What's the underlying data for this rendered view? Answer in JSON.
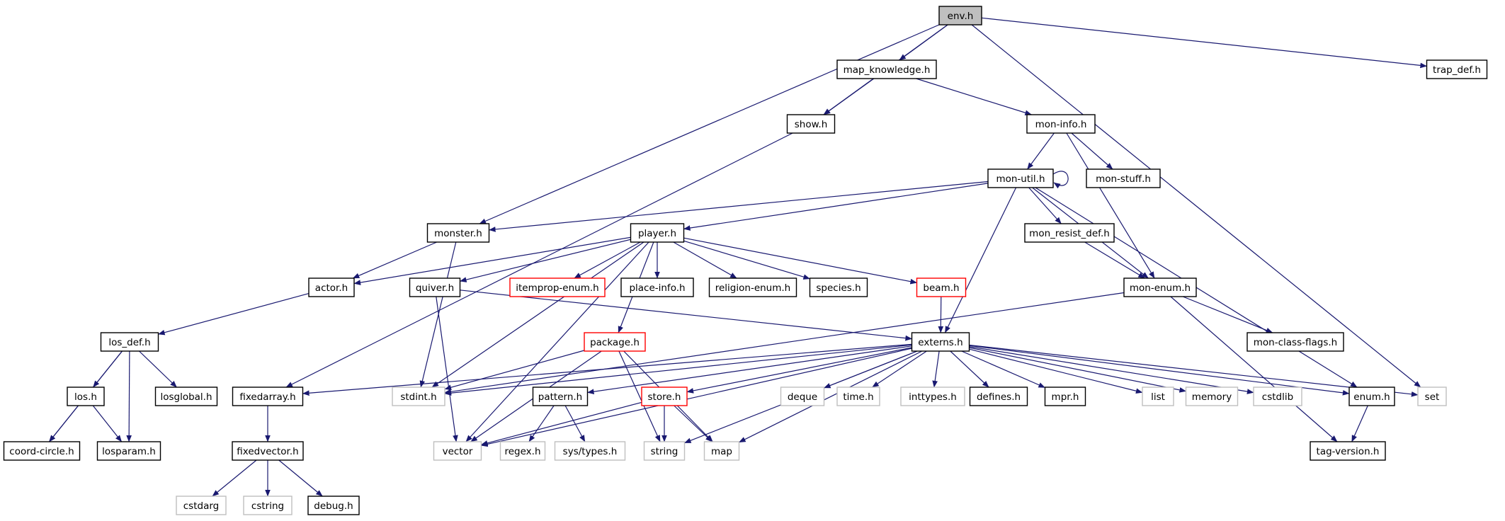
{
  "colors": {
    "edge": "#191970",
    "node_border": "#000000",
    "external_node_border": "#bfbfbf",
    "highlighted_node_border": "#ff0000",
    "root_fill": "#bfbfbf"
  },
  "nodes": [
    {
      "id": "env",
      "label": "env.h",
      "style": "root"
    },
    {
      "id": "map_knowledge",
      "label": "map_knowledge.h",
      "style": "normal"
    },
    {
      "id": "trap_def",
      "label": "trap_def.h",
      "style": "normal"
    },
    {
      "id": "show",
      "label": "show.h",
      "style": "normal"
    },
    {
      "id": "mon_info",
      "label": "mon-info.h",
      "style": "normal"
    },
    {
      "id": "mon_util",
      "label": "mon-util.h",
      "style": "normal"
    },
    {
      "id": "mon_stuff",
      "label": "mon-stuff.h",
      "style": "normal"
    },
    {
      "id": "monster",
      "label": "monster.h",
      "style": "normal"
    },
    {
      "id": "player",
      "label": "player.h",
      "style": "normal"
    },
    {
      "id": "mon_resist_def",
      "label": "mon_resist_def.h",
      "style": "normal"
    },
    {
      "id": "actor",
      "label": "actor.h",
      "style": "normal"
    },
    {
      "id": "quiver",
      "label": "quiver.h",
      "style": "normal"
    },
    {
      "id": "itemprop_enum",
      "label": "itemprop-enum.h",
      "style": "red"
    },
    {
      "id": "place_info",
      "label": "place-info.h",
      "style": "normal"
    },
    {
      "id": "religion_enum",
      "label": "religion-enum.h",
      "style": "normal"
    },
    {
      "id": "species",
      "label": "species.h",
      "style": "normal"
    },
    {
      "id": "beam",
      "label": "beam.h",
      "style": "red"
    },
    {
      "id": "mon_enum",
      "label": "mon-enum.h",
      "style": "normal"
    },
    {
      "id": "los_def",
      "label": "los_def.h",
      "style": "normal"
    },
    {
      "id": "package",
      "label": "package.h",
      "style": "red"
    },
    {
      "id": "externs",
      "label": "externs.h",
      "style": "normal"
    },
    {
      "id": "mon_class_flags",
      "label": "mon-class-flags.h",
      "style": "normal"
    },
    {
      "id": "los",
      "label": "los.h",
      "style": "normal"
    },
    {
      "id": "losglobal",
      "label": "losglobal.h",
      "style": "normal"
    },
    {
      "id": "fixedarray",
      "label": "fixedarray.h",
      "style": "normal"
    },
    {
      "id": "stdint",
      "label": "stdint.h",
      "style": "external"
    },
    {
      "id": "pattern",
      "label": "pattern.h",
      "style": "normal"
    },
    {
      "id": "store",
      "label": "store.h",
      "style": "red"
    },
    {
      "id": "deque",
      "label": "deque",
      "style": "external"
    },
    {
      "id": "time",
      "label": "time.h",
      "style": "external"
    },
    {
      "id": "inttypes",
      "label": "inttypes.h",
      "style": "external"
    },
    {
      "id": "defines",
      "label": "defines.h",
      "style": "normal"
    },
    {
      "id": "mpr",
      "label": "mpr.h",
      "style": "normal"
    },
    {
      "id": "list",
      "label": "list",
      "style": "external"
    },
    {
      "id": "memory",
      "label": "memory",
      "style": "external"
    },
    {
      "id": "cstdlib",
      "label": "cstdlib",
      "style": "external"
    },
    {
      "id": "enum",
      "label": "enum.h",
      "style": "normal"
    },
    {
      "id": "set",
      "label": "set",
      "style": "external"
    },
    {
      "id": "coord_circle",
      "label": "coord-circle.h",
      "style": "normal"
    },
    {
      "id": "losparam",
      "label": "losparam.h",
      "style": "normal"
    },
    {
      "id": "fixedvector",
      "label": "fixedvector.h",
      "style": "normal"
    },
    {
      "id": "vector",
      "label": "vector",
      "style": "external"
    },
    {
      "id": "regex",
      "label": "regex.h",
      "style": "external"
    },
    {
      "id": "sys_types",
      "label": "sys/types.h",
      "style": "external"
    },
    {
      "id": "string",
      "label": "string",
      "style": "external"
    },
    {
      "id": "map",
      "label": "map",
      "style": "external"
    },
    {
      "id": "tag_version",
      "label": "tag-version.h",
      "style": "normal"
    },
    {
      "id": "cstdarg",
      "label": "cstdarg",
      "style": "external"
    },
    {
      "id": "cstring",
      "label": "cstring",
      "style": "external"
    },
    {
      "id": "debug",
      "label": "debug.h",
      "style": "normal"
    }
  ],
  "edges": [
    [
      "env",
      "map_knowledge"
    ],
    [
      "env",
      "trap_def"
    ],
    [
      "env",
      "show"
    ],
    [
      "env",
      "monster"
    ],
    [
      "env",
      "set"
    ],
    [
      "map_knowledge",
      "show"
    ],
    [
      "map_knowledge",
      "mon_info"
    ],
    [
      "show",
      "fixedarray"
    ],
    [
      "mon_info",
      "mon_util"
    ],
    [
      "mon_info",
      "mon_stuff"
    ],
    [
      "mon_info",
      "mon_enum"
    ],
    [
      "mon_util",
      "mon_util"
    ],
    [
      "mon_util",
      "monster"
    ],
    [
      "mon_util",
      "player"
    ],
    [
      "mon_util",
      "mon_resist_def"
    ],
    [
      "mon_util",
      "mon_enum"
    ],
    [
      "mon_util",
      "externs"
    ],
    [
      "mon_util",
      "enum"
    ],
    [
      "monster",
      "actor"
    ],
    [
      "monster",
      "stdint"
    ],
    [
      "player",
      "actor"
    ],
    [
      "player",
      "quiver"
    ],
    [
      "player",
      "itemprop_enum"
    ],
    [
      "player",
      "place_info"
    ],
    [
      "player",
      "religion_enum"
    ],
    [
      "player",
      "species"
    ],
    [
      "player",
      "beam"
    ],
    [
      "player",
      "package"
    ],
    [
      "player",
      "stdint"
    ],
    [
      "player",
      "vector"
    ],
    [
      "mon_resist_def",
      "mon_enum"
    ],
    [
      "actor",
      "los_def"
    ],
    [
      "quiver",
      "externs"
    ],
    [
      "quiver",
      "vector"
    ],
    [
      "beam",
      "externs"
    ],
    [
      "mon_enum",
      "mon_class_flags"
    ],
    [
      "mon_enum",
      "tag_version"
    ],
    [
      "mon_enum",
      "stdint"
    ],
    [
      "los_def",
      "los"
    ],
    [
      "los_def",
      "losglobal"
    ],
    [
      "los_def",
      "coord_circle"
    ],
    [
      "los_def",
      "losparam"
    ],
    [
      "los",
      "coord_circle"
    ],
    [
      "los",
      "losparam"
    ],
    [
      "package",
      "stdint"
    ],
    [
      "package",
      "vector"
    ],
    [
      "package",
      "string"
    ],
    [
      "package",
      "map"
    ],
    [
      "externs",
      "fixedarray"
    ],
    [
      "externs",
      "stdint"
    ],
    [
      "externs",
      "pattern"
    ],
    [
      "externs",
      "store"
    ],
    [
      "externs",
      "deque"
    ],
    [
      "externs",
      "time"
    ],
    [
      "externs",
      "inttypes"
    ],
    [
      "externs",
      "defines"
    ],
    [
      "externs",
      "mpr"
    ],
    [
      "externs",
      "list"
    ],
    [
      "externs",
      "memory"
    ],
    [
      "externs",
      "cstdlib"
    ],
    [
      "externs",
      "enum"
    ],
    [
      "externs",
      "set"
    ],
    [
      "externs",
      "vector"
    ],
    [
      "externs",
      "string"
    ],
    [
      "externs",
      "map"
    ],
    [
      "fixedarray",
      "fixedvector"
    ],
    [
      "fixedvector",
      "cstdarg"
    ],
    [
      "fixedvector",
      "cstring"
    ],
    [
      "fixedvector",
      "debug"
    ],
    [
      "pattern",
      "regex"
    ],
    [
      "pattern",
      "sys_types"
    ],
    [
      "store",
      "vector"
    ],
    [
      "store",
      "string"
    ],
    [
      "store",
      "map"
    ],
    [
      "enum",
      "tag_version"
    ]
  ]
}
